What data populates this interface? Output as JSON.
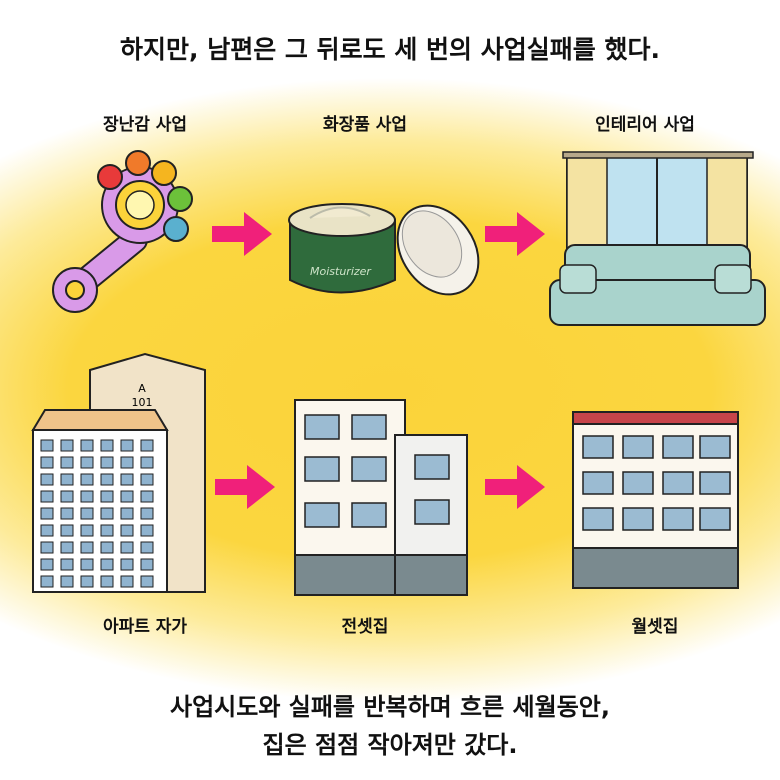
{
  "title": "하지만, 남편은 그 뒤로도 세 번의 사업실패를 했다.",
  "businesses": [
    {
      "label": "장난감 사업"
    },
    {
      "label": "화장품 사업"
    },
    {
      "label": "인테리어 사업"
    }
  ],
  "homes": [
    {
      "label": "아파트 자가"
    },
    {
      "label": "전셋집"
    },
    {
      "label": "월셋집"
    }
  ],
  "jar_text": "Moisturizer",
  "building_sign": {
    "block": "A",
    "unit": "101"
  },
  "footer": {
    "line1": "사업시도와 실패를 반복하며 흐른 세월동안,",
    "line2": "집은 점점 작아져만 갔다."
  },
  "colors": {
    "background": "#fbd33a",
    "arrow": "#f0207a"
  }
}
